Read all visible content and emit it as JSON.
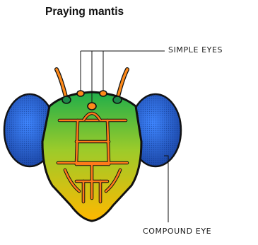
{
  "title": "Praying mantis",
  "labels": {
    "simple_eyes": "SIMPLE EYES",
    "compound_eye": "COMPOUND EYE"
  },
  "colors": {
    "compound_eye": "#1f5fd6",
    "head_top": "#22b14c",
    "head_bottom": "#ffb400",
    "veins": "#ff7a1a",
    "outline": "#111111"
  }
}
